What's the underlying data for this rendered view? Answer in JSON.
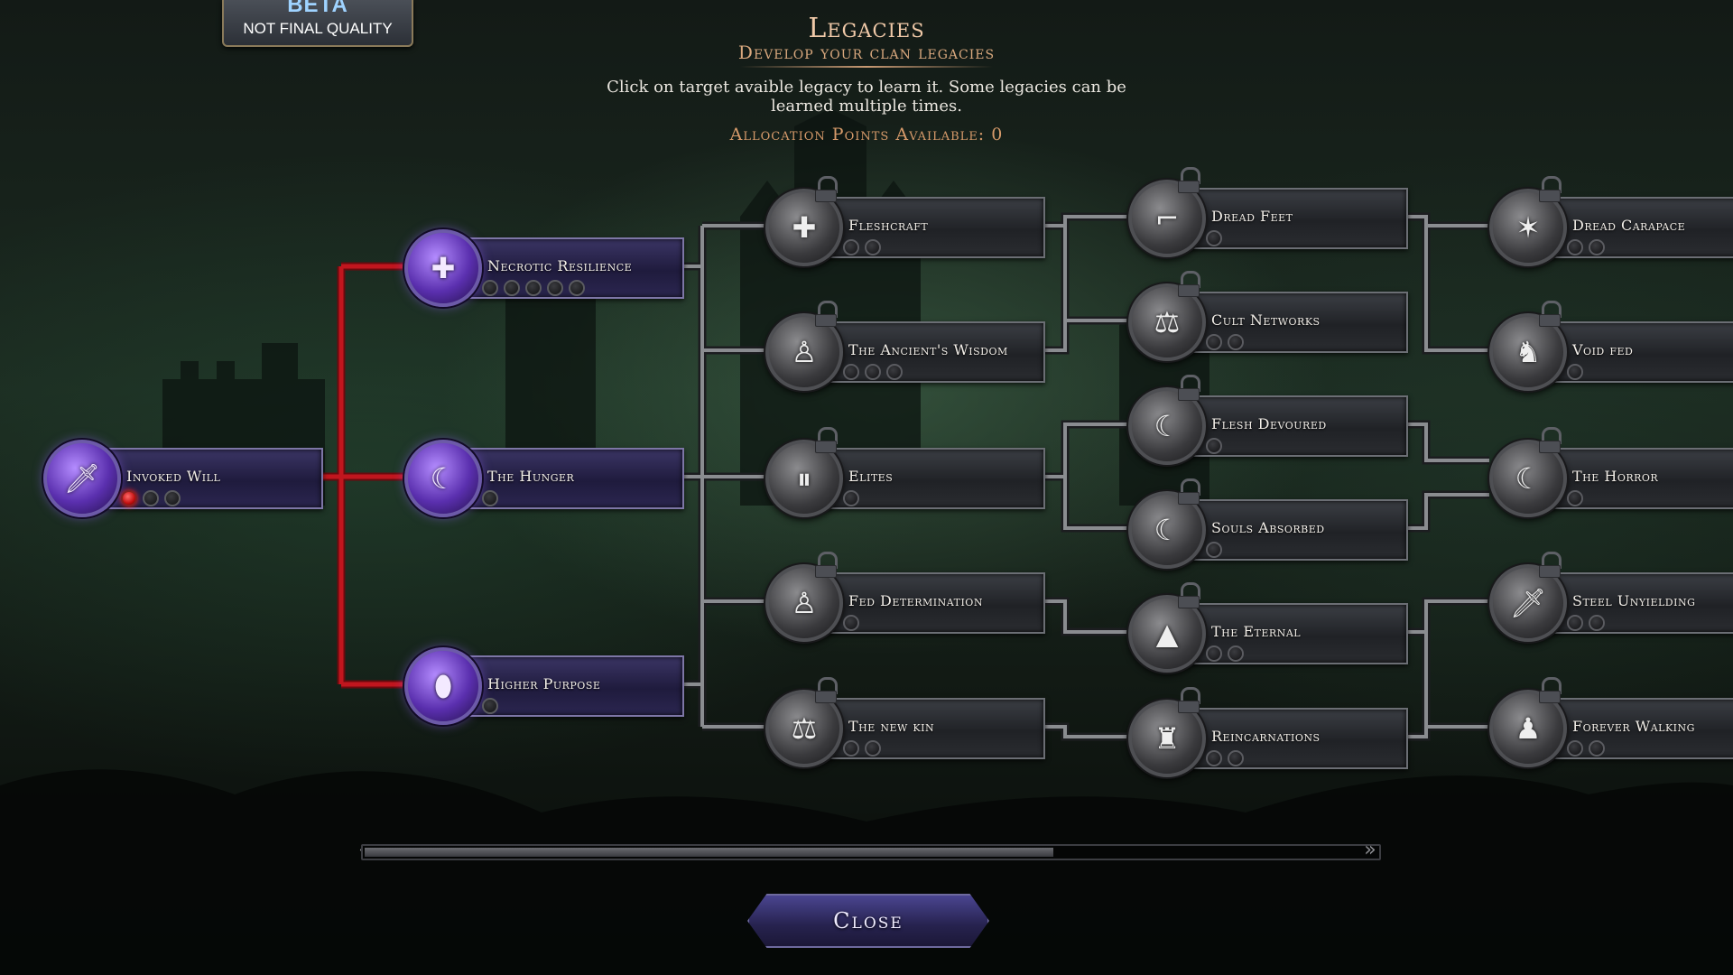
{
  "beta": {
    "line1": "BETA",
    "line2": "NOT FINAL QUALITY"
  },
  "header": {
    "title": "Legacies",
    "subtitle": "Develop your clan legacies",
    "instructions": "Click on target avaible legacy to learn it. Some legacies can be learned multiple times.",
    "points": "Allocation Points Available: 0"
  },
  "colors": {
    "active_path": "#c0161e",
    "inactive_path": "#8a8c90",
    "active_plate": "#2b2650"
  },
  "nodes": [
    {
      "label": "Invoked Will",
      "icon": "dagger-icon",
      "active": true,
      "pips": 3,
      "filled": 1
    },
    {
      "label": "Necrotic Resilience",
      "icon": "heart-cross-icon",
      "active": true,
      "pips": 5,
      "filled": 0
    },
    {
      "label": "The Hunger",
      "icon": "claw-icon",
      "active": true,
      "pips": 1,
      "filled": 0
    },
    {
      "label": "Higher Purpose",
      "icon": "droplets-icon",
      "active": true,
      "pips": 1,
      "filled": 0
    },
    {
      "label": "Fleshcraft",
      "icon": "heart-cross-icon",
      "active": false,
      "pips": 2,
      "filled": 0
    },
    {
      "label": "The Ancient's Wisdom",
      "icon": "figure-icon",
      "active": false,
      "pips": 3,
      "filled": 0
    },
    {
      "label": "Elites",
      "icon": "pause-icon",
      "active": false,
      "pips": 1,
      "filled": 0
    },
    {
      "label": "Fed Determination",
      "icon": "figure-icon",
      "active": false,
      "pips": 1,
      "filled": 0
    },
    {
      "label": "The new kin",
      "icon": "scales-icon",
      "active": false,
      "pips": 2,
      "filled": 0
    },
    {
      "label": "Dread Feet",
      "icon": "boot-icon",
      "active": false,
      "pips": 1,
      "filled": 0
    },
    {
      "label": "Cult Networks",
      "icon": "scales-icon",
      "active": false,
      "pips": 2,
      "filled": 0
    },
    {
      "label": "Flesh Devoured",
      "icon": "claw-icon",
      "active": false,
      "pips": 1,
      "filled": 0
    },
    {
      "label": "Souls Absorbed",
      "icon": "claw-icon",
      "active": false,
      "pips": 1,
      "filled": 0
    },
    {
      "label": "The Eternal",
      "icon": "drop-minus-icon",
      "active": false,
      "pips": 2,
      "filled": 0
    },
    {
      "label": "Reincarnations",
      "icon": "hooded-figure-icon",
      "active": false,
      "pips": 2,
      "filled": 0
    },
    {
      "label": "Dread Carapace",
      "icon": "shards-icon",
      "active": false,
      "pips": 2,
      "filled": 0
    },
    {
      "label": "Void fed",
      "icon": "brute-icon",
      "active": false,
      "pips": 1,
      "filled": 0
    },
    {
      "label": "The Horror",
      "icon": "claw-icon",
      "active": false,
      "pips": 1,
      "filled": 0
    },
    {
      "label": "Steel Unyielding",
      "icon": "dagger-icon",
      "active": false,
      "pips": 2,
      "filled": 0
    },
    {
      "label": "Forever Walking",
      "icon": "walker-icon",
      "active": false,
      "pips": 2,
      "filled": 0
    }
  ],
  "scroll": {
    "left_arrow": "«",
    "right_arrow": "»",
    "position": 0.68
  },
  "close_label": "Close"
}
